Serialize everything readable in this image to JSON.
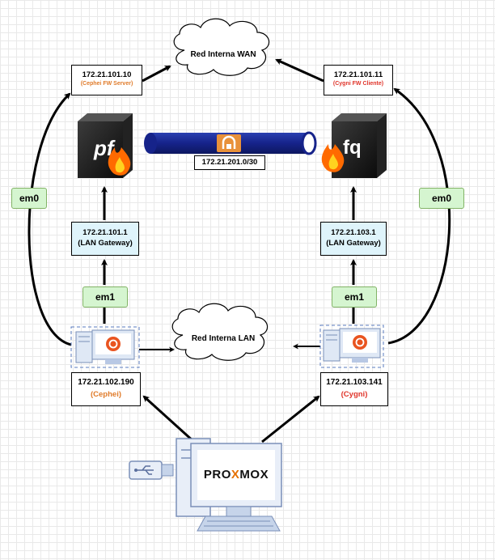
{
  "clouds": {
    "wan": "Red Interna WAN",
    "lan": "Red Interna LAN"
  },
  "firewalls": {
    "left": {
      "ip": "172.21.101.10",
      "role": "(Cephei FW Server)",
      "role_color": "#e07b2a",
      "logo": "pf"
    },
    "right": {
      "ip": "172.21.101.11",
      "role": "(Cygni FW Cliente)",
      "role_color": "#e0342a",
      "logo": "fq"
    }
  },
  "tunnel": {
    "subnet": "172.21.201.0/30"
  },
  "gateways": {
    "left": {
      "ip": "172.21.101.1",
      "label": "(LAN Gateway)"
    },
    "right": {
      "ip": "172.21.103.1",
      "label": "(LAN Gateway)"
    }
  },
  "interfaces": {
    "left_em0": "em0",
    "right_em0": "em0",
    "left_em1": "em1",
    "right_em1": "em1"
  },
  "hosts": {
    "left": {
      "ip": "172.21.102.190",
      "name": "(Cephei)",
      "name_color": "#e07b2a"
    },
    "right": {
      "ip": "172.21.103.141",
      "name": "(Cygni)",
      "name_color": "#e0342a"
    }
  },
  "hypervisor": {
    "brand": "PROXMOX",
    "brand_accent_color": "#e57000"
  },
  "colors": {
    "tunnel": "#1a2b8c",
    "tunnel_badge": "#e8913a",
    "ubuntu": "#e95420",
    "frame": "#5a7bbf"
  }
}
